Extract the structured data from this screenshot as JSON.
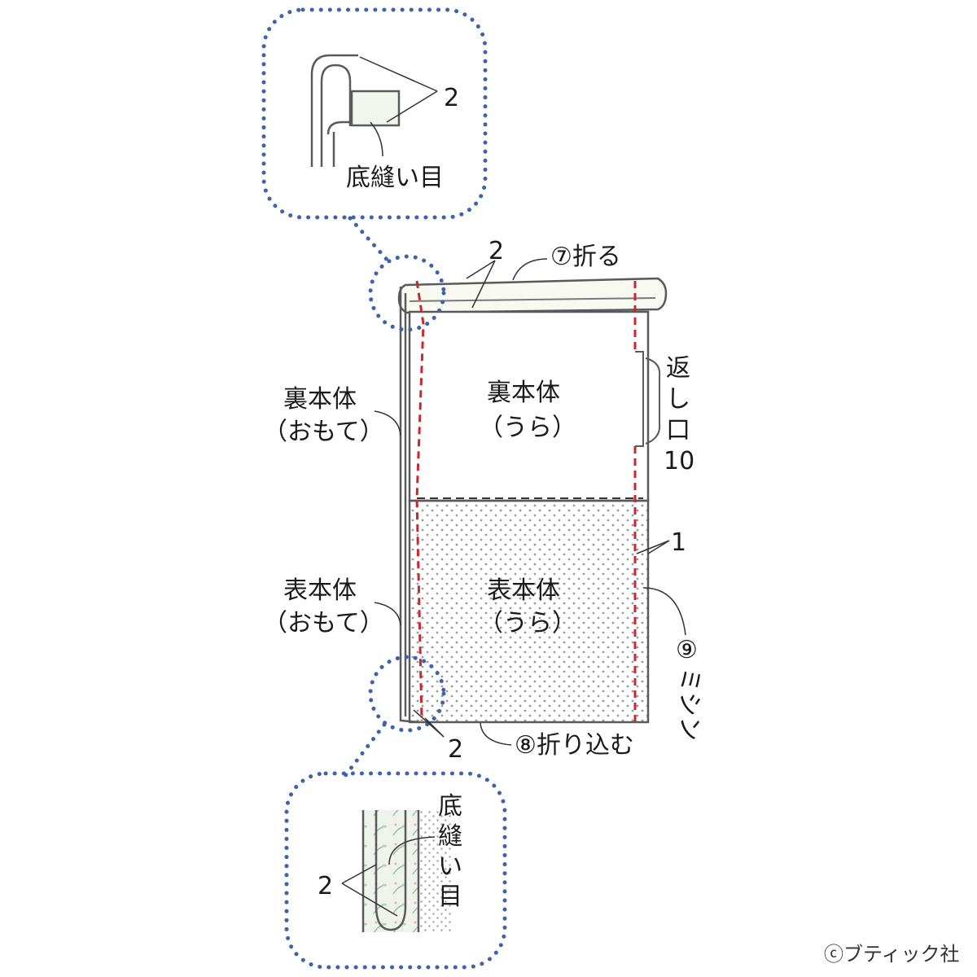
{
  "colors": {
    "outline": "#5a5a5a",
    "stitch_red": "#c9282d",
    "callout_blue": "#3f63a8",
    "ink": "#1a1a1a",
    "dot_fill": "#9a9a9a"
  },
  "labels": {
    "top_detail_2": "2",
    "top_detail_seam": "底縫い目",
    "fold_2": "2",
    "fold_step": "⑦折る",
    "lining_outside_l1": "裏本体",
    "lining_outside_l2": "（おもて）",
    "lining_inside_l1": "裏本体",
    "lining_inside_l2": "（うら）",
    "return_opening_c1": "返",
    "return_opening_c2": "し",
    "return_opening_c3": "口",
    "return_opening_num": "10",
    "seam_allowance_1": "1",
    "outer_inside_l1": "表本体",
    "outer_inside_l2": "（うら）",
    "outer_outside_l1": "表本体",
    "outer_outside_l2": "（おもて）",
    "step9_num": "⑨",
    "step9_c1": "ミ",
    "step9_c2": "シ",
    "step9_c3": "ン",
    "bottom_2": "2",
    "step8": "⑧折り込む",
    "bottom_detail_seam_c1": "底",
    "bottom_detail_seam_c2": "縫",
    "bottom_detail_seam_c3": "い",
    "bottom_detail_seam_c4": "目",
    "bottom_detail_2": "2"
  },
  "credit": "ⓒブティック社"
}
